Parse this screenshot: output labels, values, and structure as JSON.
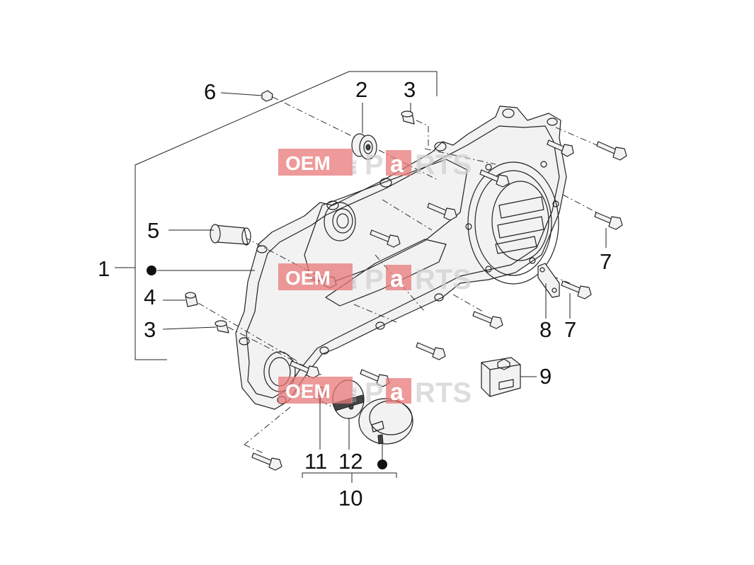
{
  "watermark": {
    "left": "OEM",
    "small": "BIKE",
    "right_a": "P",
    "right_b": "a",
    "right_c": "RTS"
  },
  "callouts": {
    "c1": "1",
    "c2": "2",
    "c3a": "3",
    "c3b": "3",
    "c4": "4",
    "c5": "5",
    "c6": "6",
    "c7a": "7",
    "c7b": "7",
    "c8": "8",
    "c9": "9",
    "c10": "10",
    "c11": "11",
    "c12": "12"
  }
}
